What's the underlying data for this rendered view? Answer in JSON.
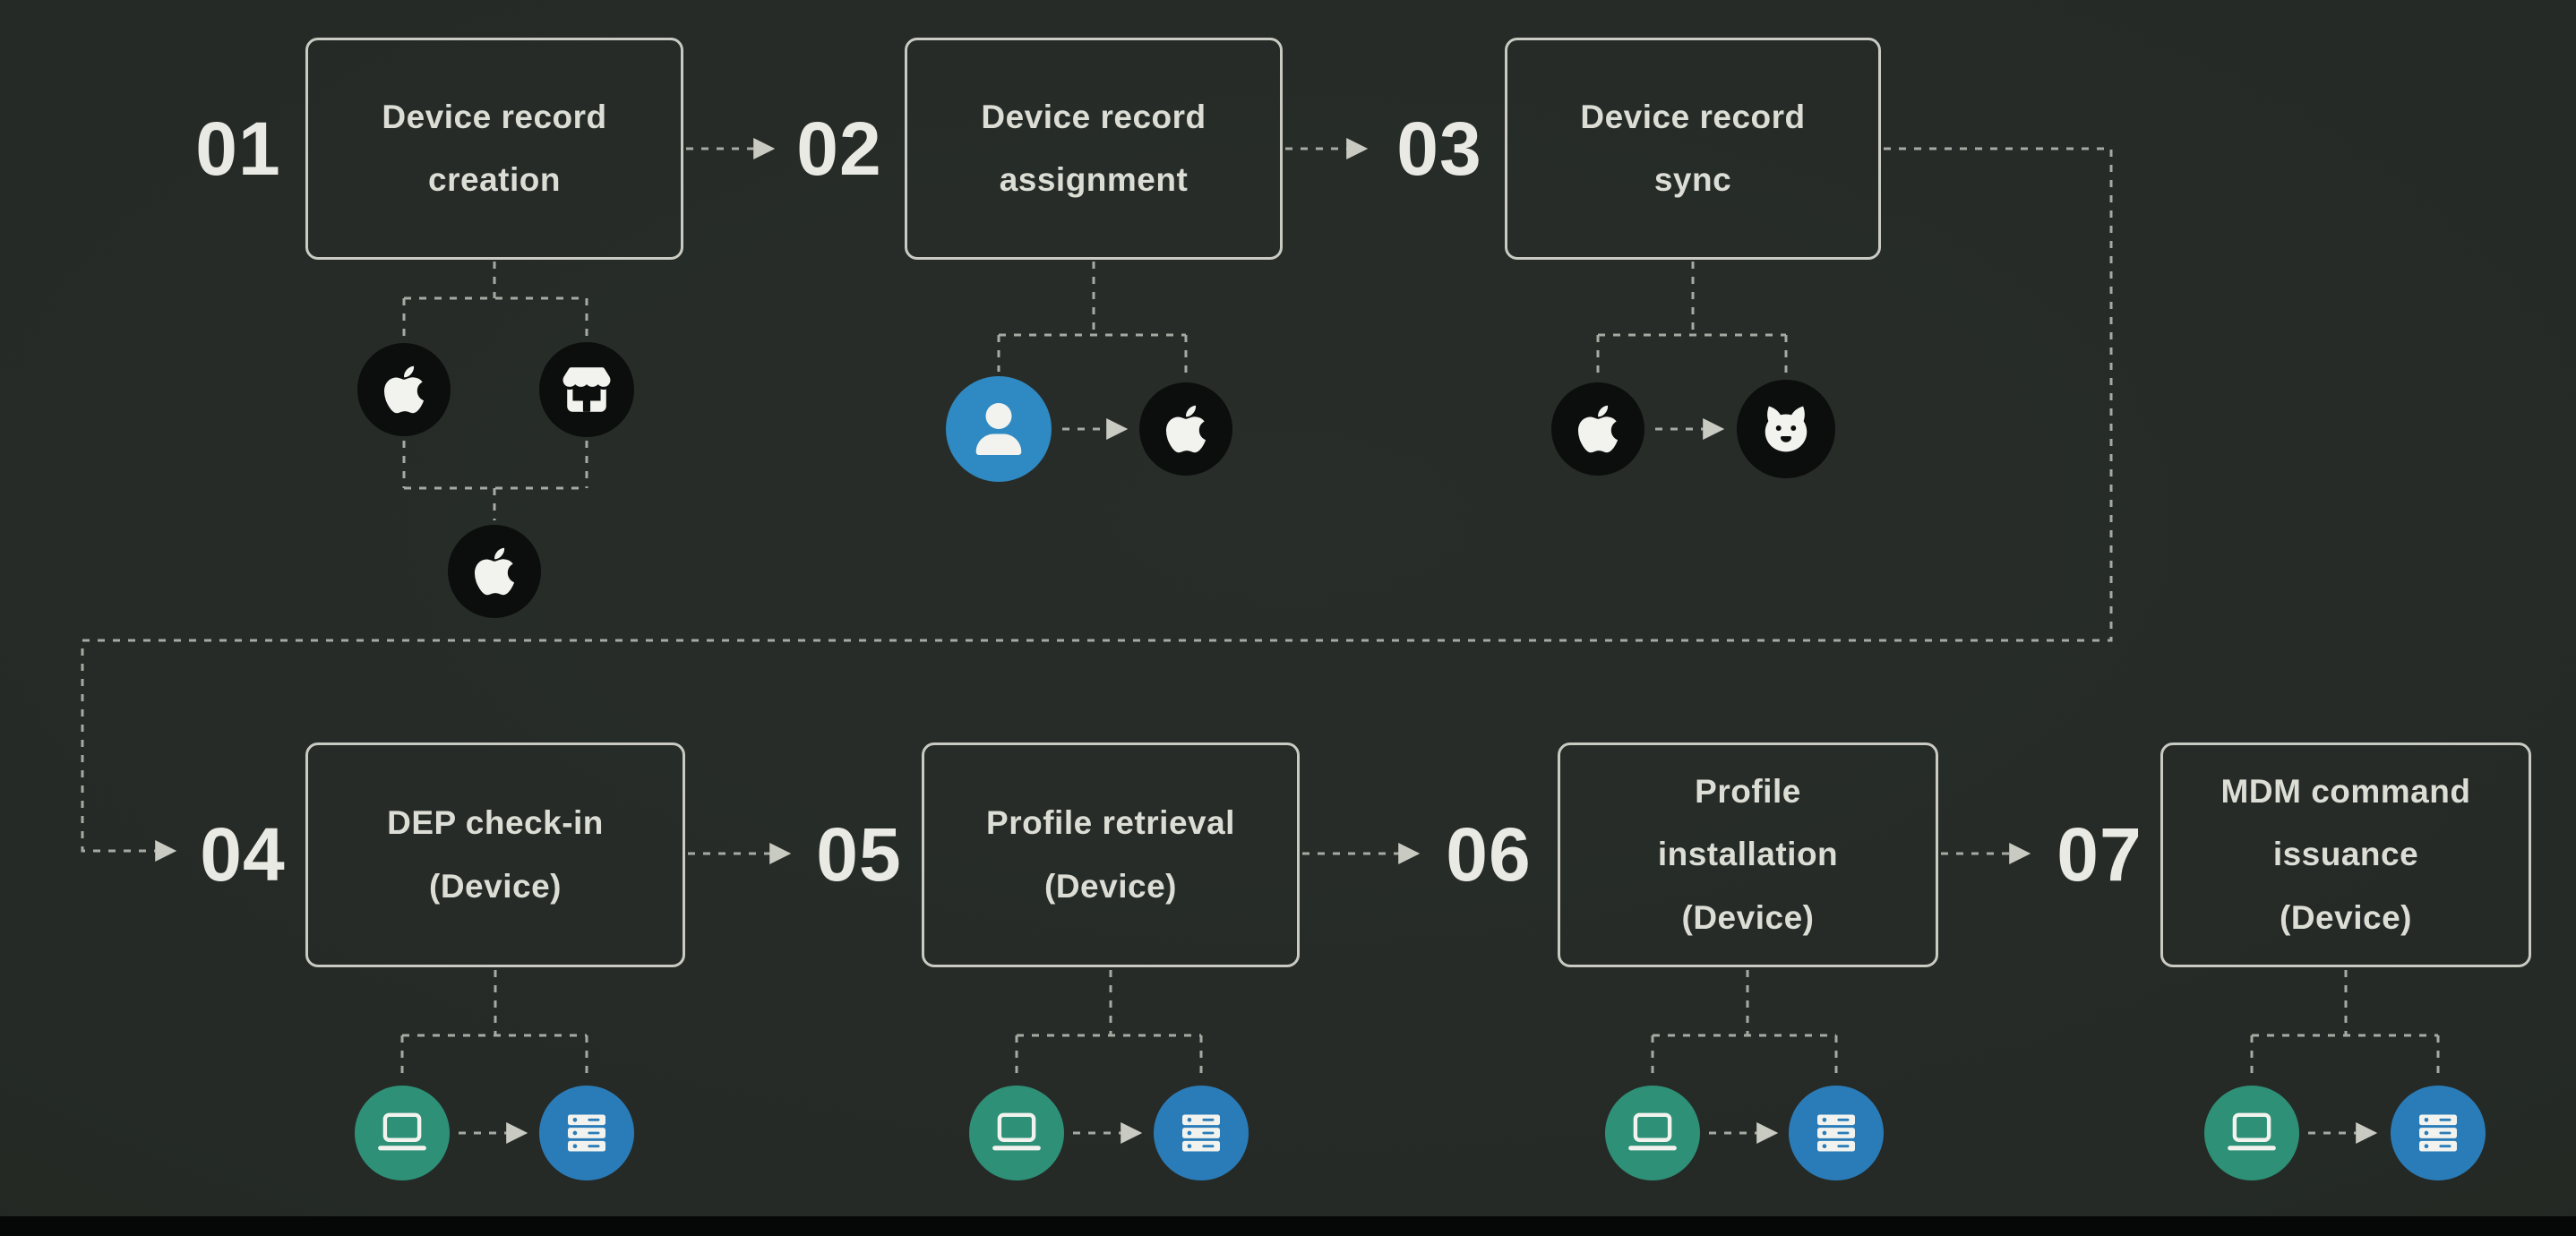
{
  "diagram": {
    "kind": "device-enrollment-workflow",
    "palette": {
      "background": "#252a26",
      "box_border": "#c9cbc3",
      "box_text": "#dcded6",
      "step_number": "#e9eae3",
      "connector": "#a7aaa2",
      "circle_black": "#0c0e0d",
      "circle_blue": "#2f89c2",
      "circle_server_blue": "#2a7cb8",
      "circle_teal": "#2e9077",
      "icon_glyph": "#f2f3ee"
    },
    "steps": [
      {
        "number": "01",
        "title": "Device record\ncreation",
        "icons": [
          "apple-icon",
          "apple-store-icon",
          "apple-icon"
        ]
      },
      {
        "number": "02",
        "title": "Device record\nassignment",
        "icons": [
          "user-icon",
          "apple-icon"
        ]
      },
      {
        "number": "03",
        "title": "Device record\nsync",
        "icons": [
          "apple-icon",
          "bulldog-icon"
        ]
      },
      {
        "number": "04",
        "title": "DEP check-in\n(Device)",
        "icons": [
          "laptop-icon",
          "server-icon"
        ]
      },
      {
        "number": "05",
        "title": "Profile retrieval\n(Device)",
        "icons": [
          "laptop-icon",
          "server-icon"
        ]
      },
      {
        "number": "06",
        "title": "Profile\ninstallation\n(Device)",
        "icons": [
          "laptop-icon",
          "server-icon"
        ]
      },
      {
        "number": "07",
        "title": "MDM command\nissuance\n(Device)",
        "icons": [
          "laptop-icon",
          "server-icon"
        ]
      }
    ]
  }
}
